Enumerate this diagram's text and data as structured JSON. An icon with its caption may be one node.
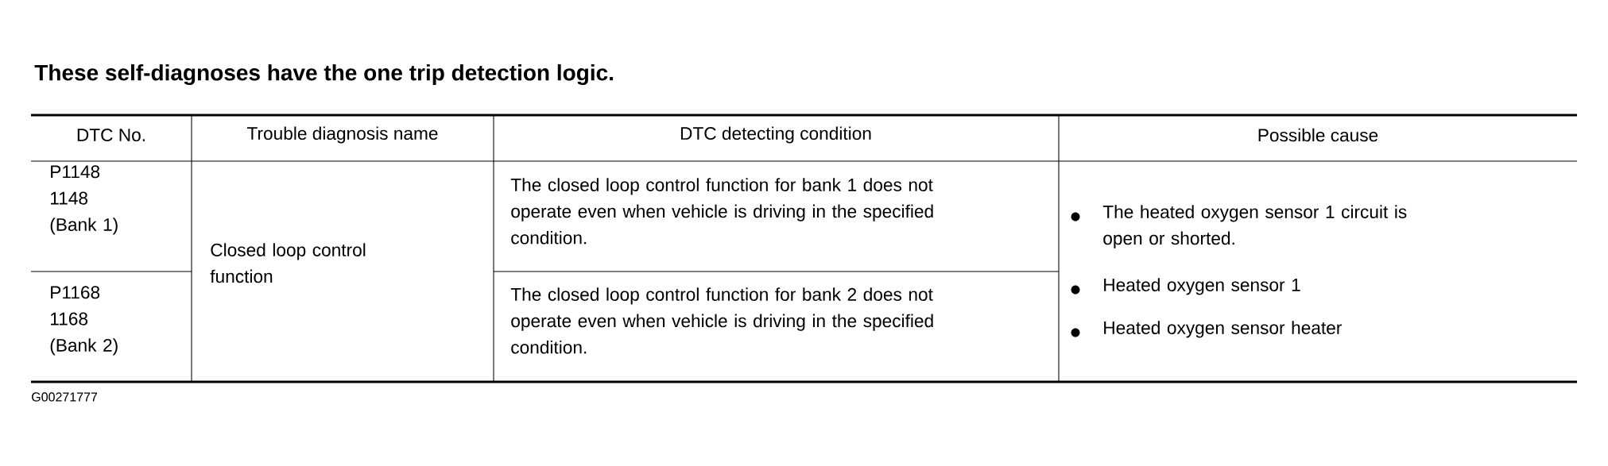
{
  "diagram": {
    "title": "These self-diagnoses have the one trip detection logic.",
    "labels": [
      "DTC No.",
      "Trouble diagnosis name",
      "DTC detecting condition",
      "Possible cause",
      "P1148 1148 (Bank 1)",
      "Closed loop control function",
      "The closed loop control function for bank 1 does not operate even when vehicle is driving in the specified condition.",
      "The heated oxygen sensor 1 circuit is open or shorted.",
      "Heated oxygen sensor 1",
      "Heated oxygen sensor heater",
      "P1168 1168 (Bank 2)",
      "The closed loop control function for bank 2 does not operate even when vehicle is driving in the specified condition.",
      "G00271777"
    ]
  }
}
